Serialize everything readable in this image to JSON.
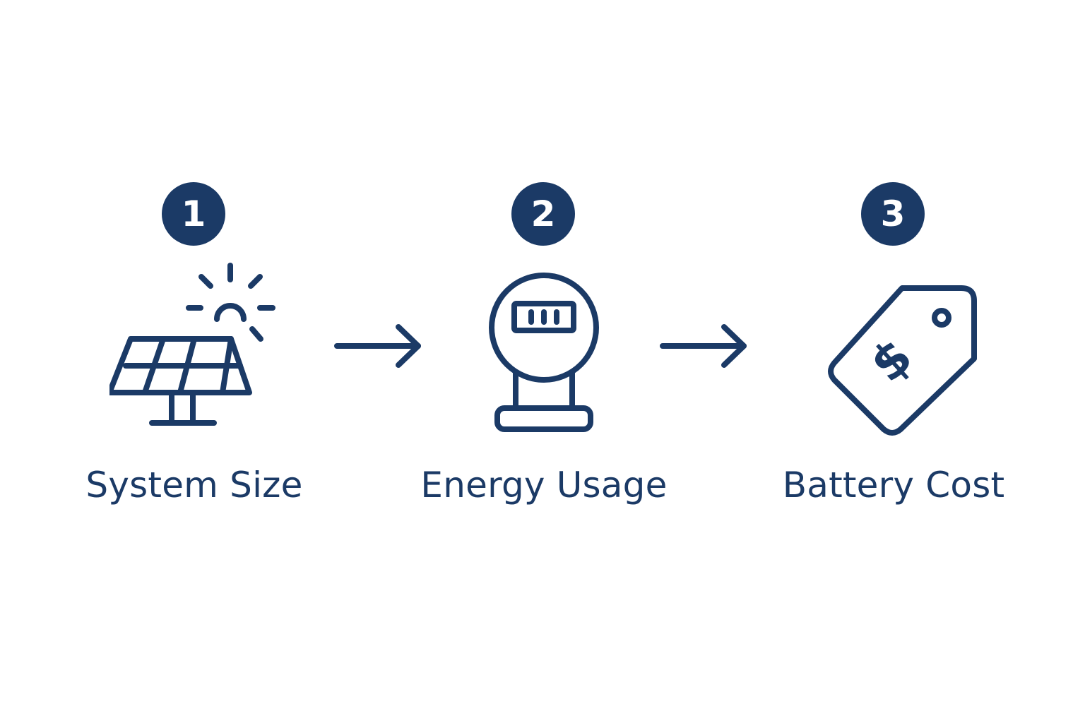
{
  "colors": {
    "primary": "#1b3a66",
    "background": "#ffffff"
  },
  "steps": [
    {
      "number": "1",
      "label": "System Size",
      "icon": "solar-panel-icon"
    },
    {
      "number": "2",
      "label": "Energy Usage",
      "icon": "electric-meter-icon"
    },
    {
      "number": "3",
      "label": "Battery Cost",
      "icon": "price-tag-icon"
    }
  ],
  "connectors": [
    {
      "icon": "arrow-right-icon"
    },
    {
      "icon": "arrow-right-icon"
    }
  ]
}
